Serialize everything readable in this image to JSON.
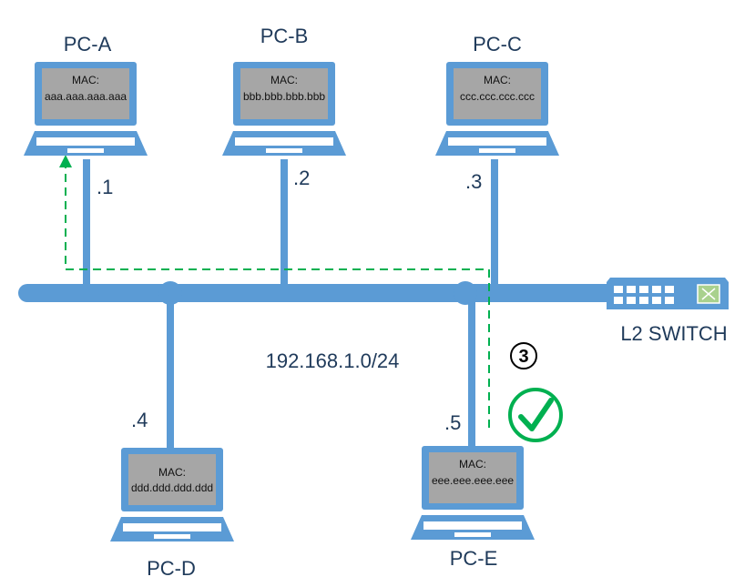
{
  "colors": {
    "bus": "#5b9bd5",
    "laptop_frame": "#5b9bd5",
    "laptop_screen": "#a6a6a6",
    "path": "#00b050",
    "check": "#00b050",
    "text": "#1f3a5a"
  },
  "network": {
    "subnet": "192.168.1.0/24",
    "switch_label": "L2 SWITCH",
    "step_marker": "③"
  },
  "pcs": [
    {
      "name": "PC-A",
      "mac_label": "MAC:",
      "mac": "aaa.aaa.aaa.aaa",
      "host": ".1"
    },
    {
      "name": "PC-B",
      "mac_label": "MAC:",
      "mac": "bbb.bbb.bbb.bbb",
      "host": ".2"
    },
    {
      "name": "PC-C",
      "mac_label": "MAC:",
      "mac": "ccc.ccc.ccc.ccc",
      "host": ".3"
    },
    {
      "name": "PC-D",
      "mac_label": "MAC:",
      "mac": "ddd.ddd.ddd.ddd",
      "host": ".4"
    },
    {
      "name": "PC-E",
      "mac_label": "MAC:",
      "mac": "eee.eee.eee.eee",
      "host": ".5"
    }
  ],
  "icons": {
    "switch": "switch-icon",
    "check": "checkmark-icon",
    "laptop": "laptop-icon"
  }
}
